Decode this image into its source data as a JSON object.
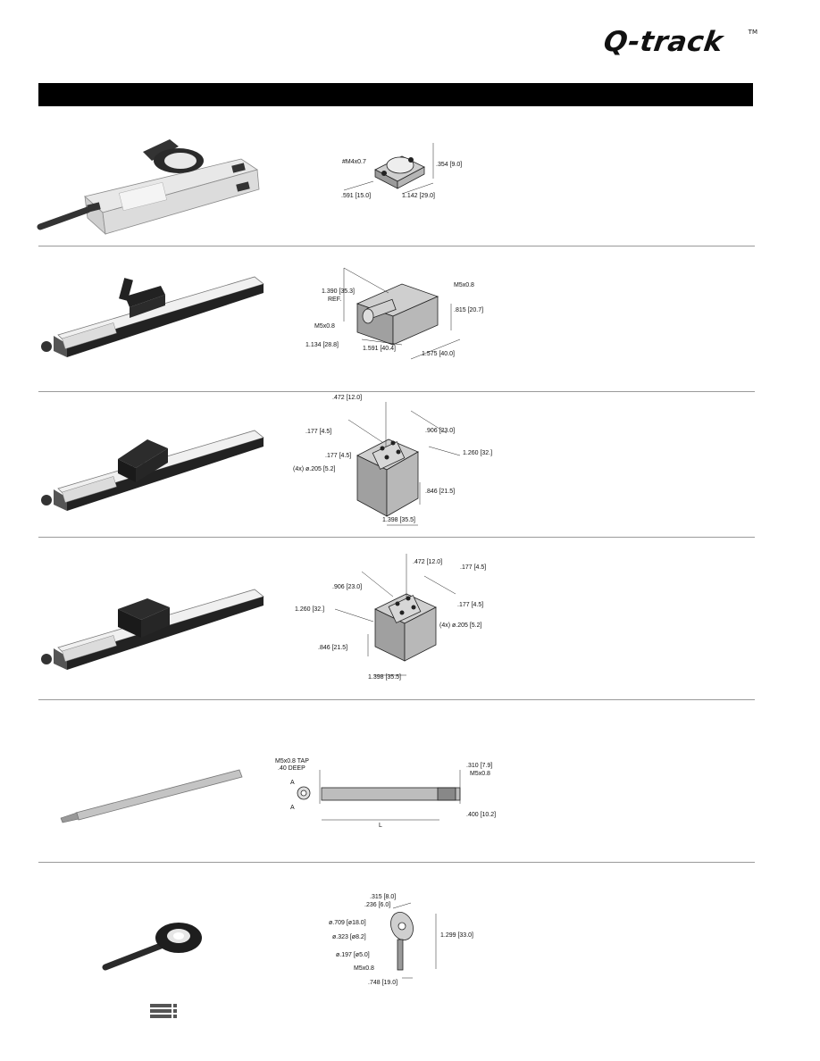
{
  "brand": {
    "name": "Q-track",
    "trademark": "TM"
  },
  "accessories": [
    {
      "id": "magnet",
      "dims": {
        "tap": "#M4x0.7",
        "height": ".354 [9.0]",
        "width": ".591 [15.0]",
        "length": "1.142 [29.0]"
      }
    },
    {
      "id": "rod-end-slide",
      "dims": {
        "ref_height": "1.390 [35.3]",
        "ref": "REF.",
        "thread_top": "M5x0.8",
        "thread_side": "M5x0.8",
        "height": ".815 [20.7]",
        "offset": "1.134 [28.8]",
        "width": "1.591 [40.4]",
        "length": "1.575 [40.0]"
      }
    },
    {
      "id": "slider-block-left",
      "dims": {
        "hole_spacing": ".472 [12.0]",
        "edge_offset": ".177 [4.5]",
        "span": ".906 [23.0]",
        "edge_offset_2": ".177 [4.5]",
        "width": "1.260 [32.]",
        "holes": "(4x) ø.205 [5.2]",
        "height": ".846 [21.5]",
        "length": "1.398 [35.5]"
      }
    },
    {
      "id": "slider-block-right",
      "dims": {
        "hole_spacing": ".472 [12.0]",
        "edge_offset": ".177 [4.5]",
        "span": ".906 [23.0]",
        "width": "1.260 [32.]",
        "edge_offset_2": ".177 [4.5]",
        "holes": "(4x) ø.205 [5.2]",
        "height": ".846 [21.5]",
        "length": "1.398 [35.5]"
      }
    },
    {
      "id": "extension-rod",
      "dims": {
        "tap": "M5x0.8 TAP",
        "depth": ".40 DEEP",
        "section": "A",
        "diameter": ".310 [7.9]",
        "thread": "M5x0.8",
        "length": "L",
        "thread_length": ".400 [10.2]"
      }
    },
    {
      "id": "rod-eye",
      "dims": {
        "thickness": ".315 [8.0]",
        "inner_thickness": ".236 [6.0]",
        "outer_dia": "ø.709 [ø18.0]",
        "hole_dia": "ø.323 [ø8.2]",
        "ball_dia": "ø.197 [ø5.0]",
        "thread": "M5x0.8",
        "thread_length": ".748 [19.0]",
        "overall": "1.299 [33.0]"
      }
    }
  ],
  "colors": {
    "header_bar": "#000000",
    "divider": "#9a9a9a",
    "metal": "#b9b9b9",
    "dark": "#1c1c1c"
  },
  "icons": {
    "footer": "list-lines-icon"
  }
}
